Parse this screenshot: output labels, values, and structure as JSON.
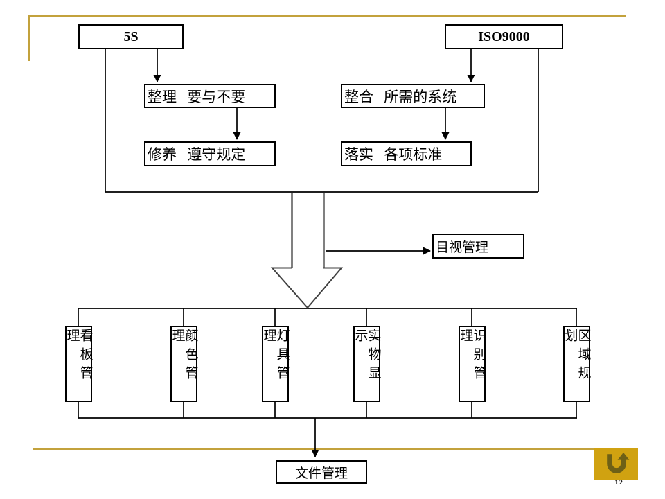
{
  "slide": {
    "page_number": "12"
  },
  "colors": {
    "gold_line": "#C3A23C",
    "logo_background": "#D0A211",
    "logo_glyph": "#6E6016",
    "diagram_line": "#000000",
    "block_arrow_shaft_gray": "#808080"
  },
  "top_section": {
    "left_root": "5S",
    "right_root": "ISO9000",
    "left_children": [
      "整理 要与不要",
      "修养 遵守规定"
    ],
    "right_children": [
      "整合 所需的系统",
      "落实 各项标准"
    ]
  },
  "middle": {
    "visual_label": "目视管理"
  },
  "bottom_row": {
    "items": [
      {
        "label": "看板管理"
      },
      {
        "label": "颜色管理"
      },
      {
        "label": "灯具管理"
      },
      {
        "label": "实物显示"
      },
      {
        "label": "识别管理"
      },
      {
        "label": "区域规划"
      }
    ]
  },
  "footer": {
    "document_label": "文件管理"
  }
}
